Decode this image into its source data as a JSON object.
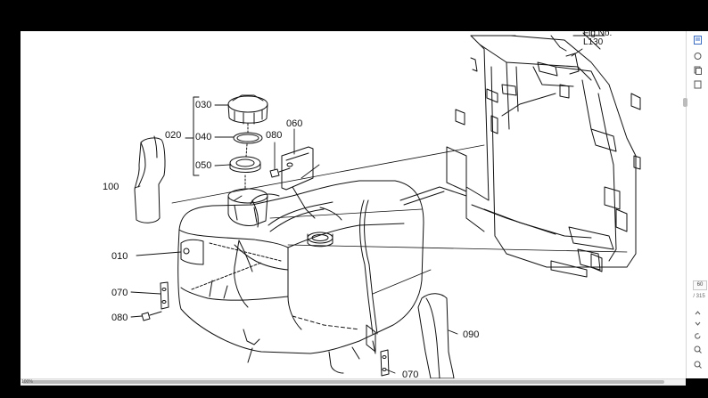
{
  "viewer": {
    "zoom_text": "100%",
    "page_number": "60",
    "page_total": "/ 315",
    "scrollbar_position": 0.05,
    "toolbar_icons": [
      "bookmark-icon",
      "attachment-icon",
      "layers-icon",
      "pages-icon"
    ],
    "nav_icons": [
      "chevron-up-icon",
      "chevron-down-icon",
      "rotate-icon",
      "zoom-out-icon",
      "zoom-in-icon"
    ],
    "accent_color": "#3b6cc4"
  },
  "diagram": {
    "figure_ref_line1": "Fig.No.",
    "figure_ref_line2": "L130",
    "callouts": {
      "c030": "030",
      "c020": "020",
      "c040": "040",
      "c050": "050",
      "c060": "060",
      "c080a": "080",
      "c100": "100",
      "c010": "010",
      "c070a": "070",
      "c080b": "080",
      "c090": "090",
      "c070b": "070"
    }
  }
}
